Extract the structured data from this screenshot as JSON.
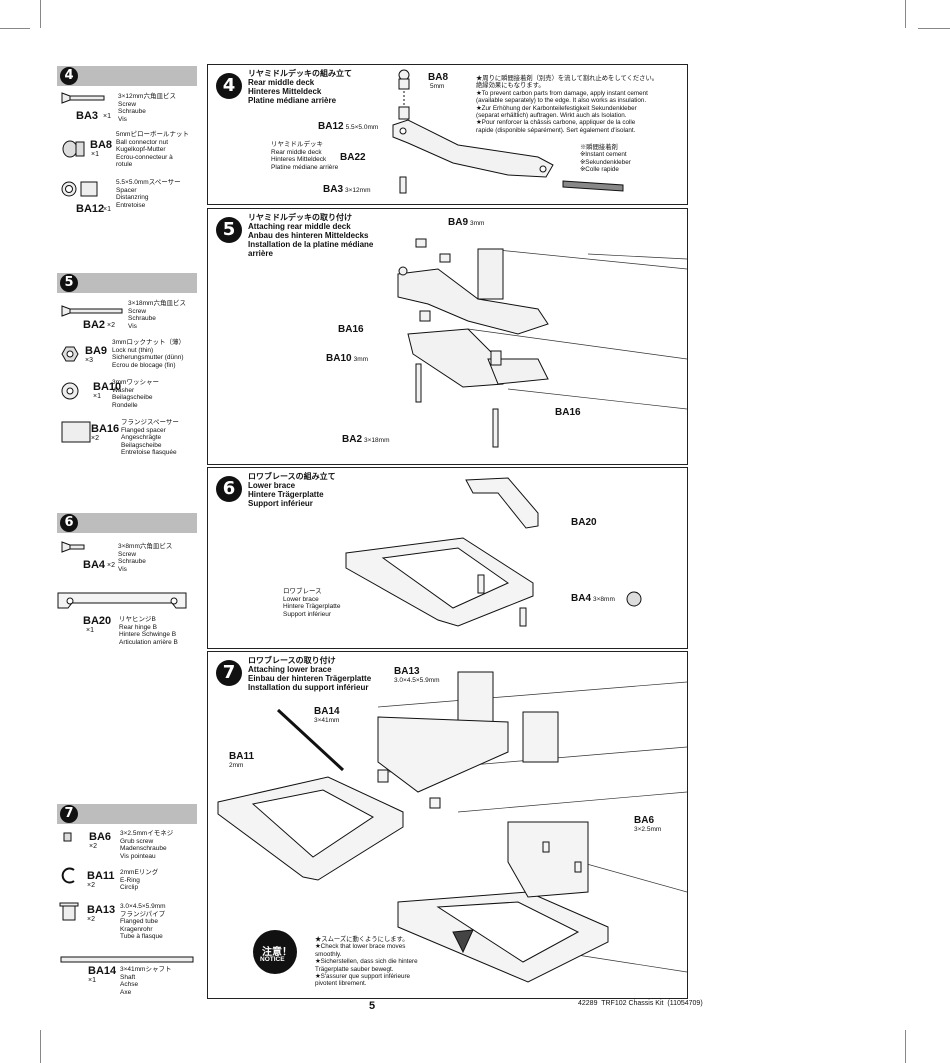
{
  "page_number": "5",
  "footer_code": "42289  TRF102 Chassis Kit  (11054709)",
  "sidebar": {
    "step4": {
      "num": "4",
      "parts": [
        {
          "code": "BA3",
          "qty": "×1",
          "desc": "3×12mm六角皿ビス\nScrew\nSchraube\nVis"
        },
        {
          "code": "BA8",
          "qty": "×1",
          "desc": "5mmピローボールナット\nBall connector nut\nKugelkopf-Mutter\nEcrou-connecteur à\nrotule"
        },
        {
          "code": "BA12",
          "qty": "×1",
          "desc": "5.5×5.0mmスペーサー\nSpacer\nDistanzring\nEntretoise"
        }
      ]
    },
    "step5": {
      "num": "5",
      "parts": [
        {
          "code": "BA2",
          "qty": "×2",
          "desc": "3×18mm六角皿ビス\nScrew\nSchraube\nVis"
        },
        {
          "code": "BA9",
          "qty": "×3",
          "desc": "3mmロックナット（薄）\nLock nut (thin)\nSicherungsmutter (dünn)\nEcrou de blocage (fin)"
        },
        {
          "code": "BA10",
          "qty": "×1",
          "desc": "3mmワッシャー\nWasher\nBeilagscheibe\nRondelle"
        },
        {
          "code": "BA16",
          "qty": "×2",
          "desc": "フランジスペーサー\nFlanged spacer\nAngeschrägte\nBeilagscheibe\nEntretoise flasquée"
        }
      ]
    },
    "step6": {
      "num": "6",
      "parts": [
        {
          "code": "BA4",
          "qty": "×2",
          "desc": "3×8mm六角皿ビス\nScrew\nSchraube\nVis"
        },
        {
          "code": "BA20",
          "qty": "×1",
          "desc": "リヤヒンジB\nRear hinge B\nHintere Schwinge B\nArticulation arrière B"
        }
      ]
    },
    "step7": {
      "num": "7",
      "parts": [
        {
          "code": "BA6",
          "qty": "×2",
          "desc": "3×2.5mmイモネジ\nGrub screw\nMadenschraube\nVis pointeau"
        },
        {
          "code": "BA11",
          "qty": "×2",
          "desc": "2mmEリング\nE-Ring\nCirclip"
        },
        {
          "code": "BA13",
          "qty": "×2",
          "desc": "3.0×4.5×5.9mm\nフランジパイプ\nFlanged tube\nKragenrohr\nTube à flasque"
        },
        {
          "code": "BA14",
          "qty": "×1",
          "desc": "3×41mmシャフト\nShaft\nAchse\nAxe"
        }
      ]
    }
  },
  "panels": {
    "p4": {
      "num": "4",
      "title": "リヤミドルデッキの組み立て\nRear middle deck\nHinteres Mitteldeck\nPlatine médiane arrière",
      "labels": {
        "ba8": "BA8",
        "ba8_size": "5mm",
        "ba12": "BA12",
        "ba12_size": "5.5×5.0mm",
        "ba22": "BA22",
        "ba3": "BA3",
        "ba3_size": "3×12mm"
      },
      "deck_caption": "リヤミドルデッキ\nRear middle deck\nHinteres Mitteldeck\nPlatine médiane arrière",
      "note": "★周りに瞬間接着剤（別売）を流して割れ止めをしてください。\n絶縁効果にもなります。\n★To prevent carbon parts from damage, apply instant cement\n(available separately) to the edge. It also works as insulation.\n★Zur Erhöhung der Karbonteilefestigkeit Sekundenkleber\n(separat erhältlich) auftragen. Wirkt auch als Isolation.\n★Pour renforcer la châssis carbone, appliquer de la colle\nrapide (disponible séparément). Sert également d'isolant.",
      "cement": "※瞬間接着剤\n※Instant cement\n※Sekundenkleber\n※Colle rapide"
    },
    "p5": {
      "num": "5",
      "title": "リヤミドルデッキの取り付け\nAttaching rear middle deck\nAnbau des hinteren Mitteldecks\nInstallation de la platine médiane\narrière",
      "labels": {
        "ba9": "BA9",
        "ba9_size": "3mm",
        "ba16a": "BA16",
        "ba10": "BA10",
        "ba10_size": "3mm",
        "ba16b": "BA16",
        "ba2": "BA2",
        "ba2_size": "3×18mm"
      }
    },
    "p6": {
      "num": "6",
      "title": "ロワブレースの組み立て\nLower brace\nHintere Trägerplatte\nSupport inférieur",
      "labels": {
        "ba20": "BA20",
        "ba4": "BA4",
        "ba4_size": "3×8mm"
      },
      "caption": "ロワブレース\nLower brace\nHintere Trägerplatte\nSupport inférieur"
    },
    "p7": {
      "num": "7",
      "title": "ロワブレースの取り付け\nAttaching lower brace\nEinbau der hinteren Trägerplatte\nInstallation du support inférieur",
      "labels": {
        "ba13": "BA13",
        "ba13_size": "3.0×4.5×5.9mm",
        "ba14": "BA14",
        "ba14_size": "3×41mm",
        "ba11": "BA11",
        "ba11_size": "2mm",
        "ba6": "BA6",
        "ba6_size": "3×2.5mm"
      },
      "notice_jp": "注意！",
      "notice_en": "NOTICE",
      "notice_text": "★スムーズに動くようにします。\n★Check that lower brace moves\nsmoothly.\n★Sicherstellen, dass sich die hintere\nTrägerplatte sauber bewegt.\n★S'assurer que support inférieure\npivotent librement."
    }
  }
}
